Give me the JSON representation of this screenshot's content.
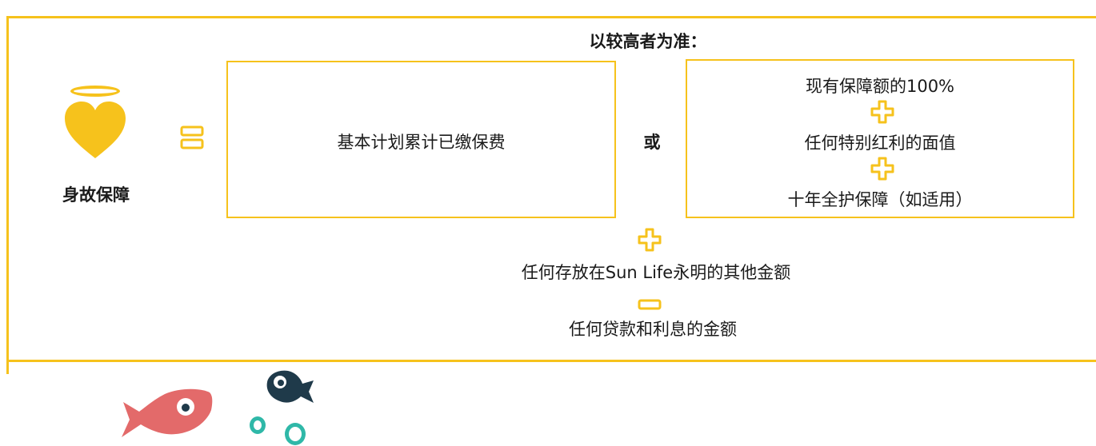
{
  "colors": {
    "accent": "#f6c21c",
    "fish_red": "#e36a6a",
    "fish_dark": "#1f3a4a",
    "bubble": "#2fb8a8"
  },
  "headline": "以较高者为准：",
  "death_benefit": {
    "label": "身故保障",
    "icon": "heart-with-halo-icon"
  },
  "formula": {
    "equals_icon": "equals-icon",
    "left_box": "基本计划累计已缴保费",
    "or_text": "或",
    "right_box": {
      "line1": "现有保障额的100%",
      "line2": "任何特别红利的面值",
      "line3": "十年全护保障（如适用）"
    },
    "plus_icon": "plus-icon",
    "minus_icon": "minus-icon",
    "additional_amount": "任何存放在Sun Life永明的其他金额",
    "deduction": "任何贷款和利息的金额"
  },
  "decorations": [
    "fish-icon",
    "fish-icon",
    "bubble-icon",
    "bubble-icon"
  ]
}
